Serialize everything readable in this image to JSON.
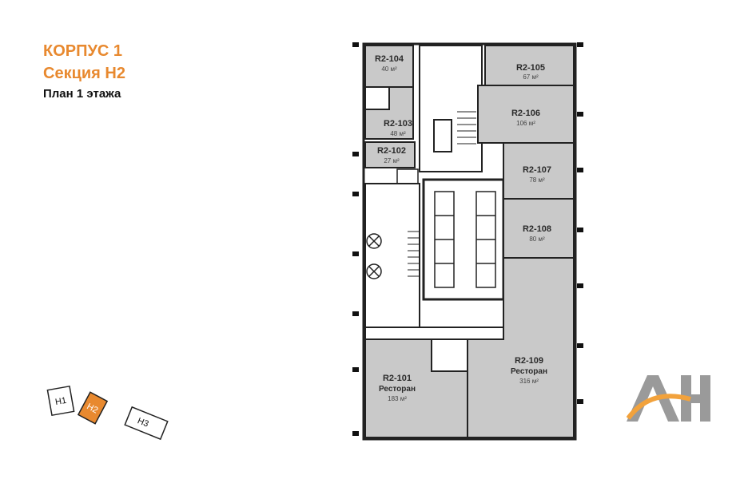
{
  "header": {
    "building": "КОРПУС 1",
    "section": "Секция Н2",
    "floor": "План 1 этажа"
  },
  "rooms": [
    {
      "id": "r104",
      "code": "R2-104",
      "area": "40 м²"
    },
    {
      "id": "r103",
      "code": "R2-103",
      "area": "48 м²"
    },
    {
      "id": "r102",
      "code": "R2-102",
      "area": "27 м²"
    },
    {
      "id": "r105",
      "code": "R2-105",
      "area": "67 м²"
    },
    {
      "id": "r106",
      "code": "R2-106",
      "area": "106 м²"
    },
    {
      "id": "r107",
      "code": "R2-107",
      "area": "78 м²"
    },
    {
      "id": "r108",
      "code": "R2-108",
      "area": "80 м²"
    },
    {
      "id": "r101",
      "code": "R2-101",
      "type": "Ресторан",
      "area": "183 м²"
    },
    {
      "id": "r109",
      "code": "R2-109",
      "type": "Ресторан",
      "area": "316 м²"
    }
  ],
  "section_map": {
    "h1": "Н1",
    "h2": "Н2",
    "h3": "Н3",
    "active_color": "#e8892f"
  },
  "colors": {
    "accent": "#e8892f",
    "unit_fill": "#c9c9c9",
    "wall": "#222222"
  },
  "logo_icon": "ah-logo-icon"
}
